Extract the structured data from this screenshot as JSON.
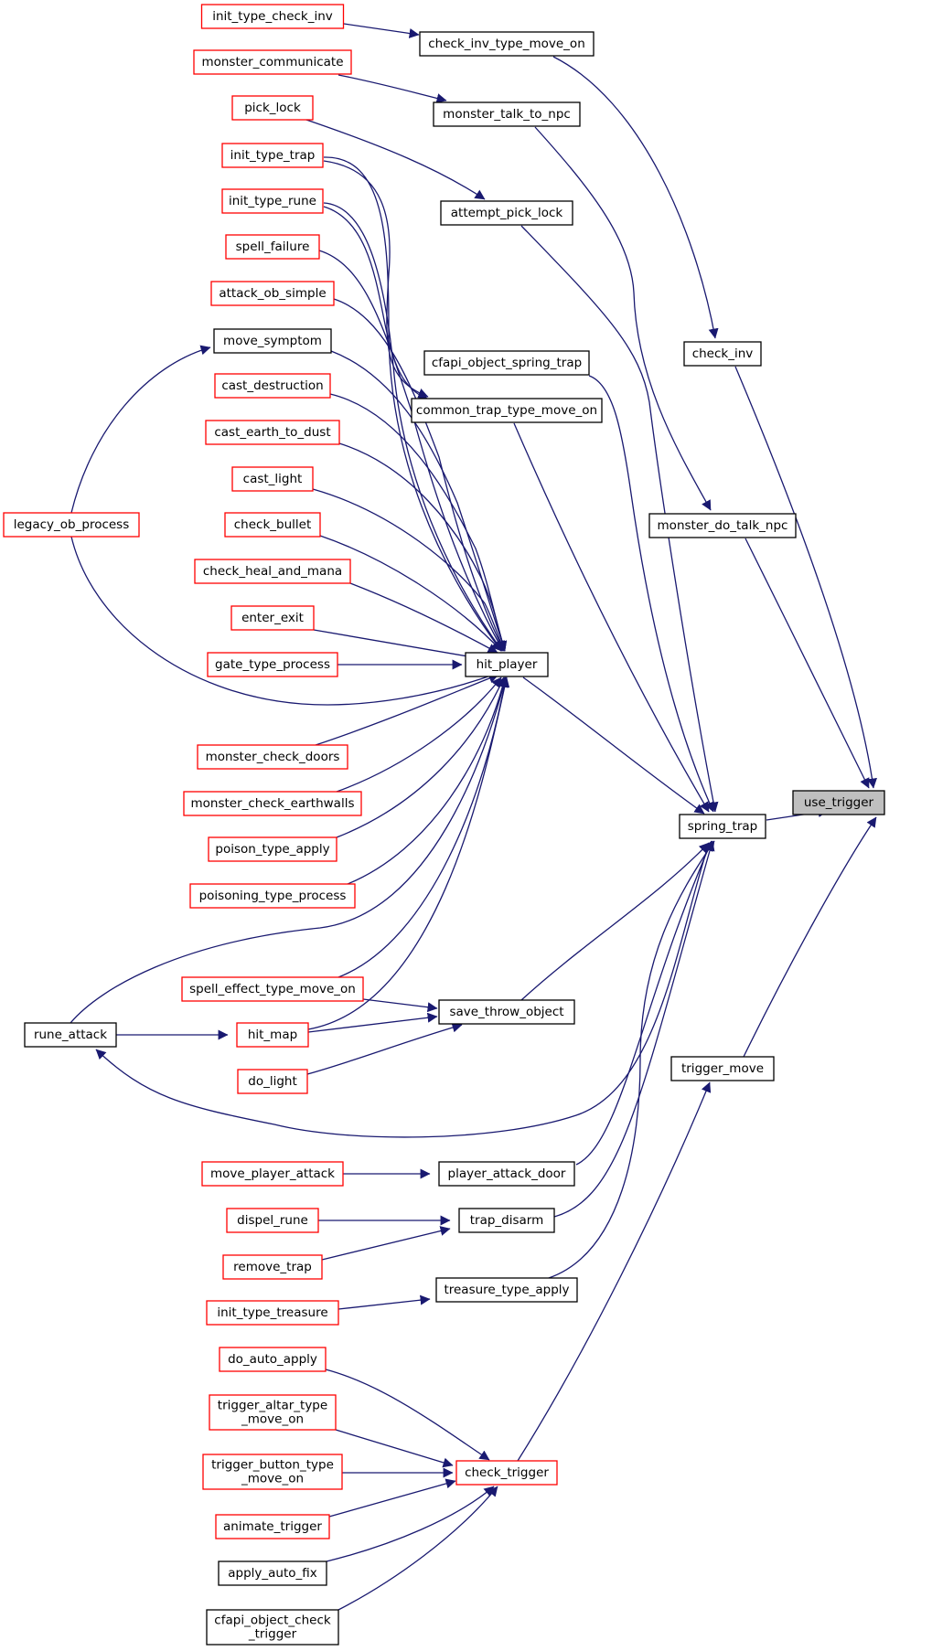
{
  "colors": {
    "edge": "#191970",
    "border_red": "#ff0000",
    "border_black": "#000000",
    "focus_fill": "#bfbfbf",
    "node_fill": "#ffffff"
  },
  "nodes": [
    {
      "id": "use_trigger",
      "lines": [
        "use_trigger"
      ],
      "border": "focus"
    },
    {
      "id": "check_inv_type_move_on",
      "lines": [
        "check_inv_type_move_on"
      ],
      "border": "black"
    },
    {
      "id": "init_type_check_inv",
      "lines": [
        "init_type_check_inv"
      ],
      "border": "red"
    },
    {
      "id": "monster_communicate",
      "lines": [
        "monster_communicate"
      ],
      "border": "red"
    },
    {
      "id": "monster_talk_to_npc",
      "lines": [
        "monster_talk_to_npc"
      ],
      "border": "black"
    },
    {
      "id": "pick_lock",
      "lines": [
        "pick_lock"
      ],
      "border": "red"
    },
    {
      "id": "init_type_trap",
      "lines": [
        "init_type_trap"
      ],
      "border": "red"
    },
    {
      "id": "init_type_rune",
      "lines": [
        "init_type_rune"
      ],
      "border": "red"
    },
    {
      "id": "attempt_pick_lock",
      "lines": [
        "attempt_pick_lock"
      ],
      "border": "black"
    },
    {
      "id": "spell_failure",
      "lines": [
        "spell_failure"
      ],
      "border": "red"
    },
    {
      "id": "attack_ob_simple",
      "lines": [
        "attack_ob_simple"
      ],
      "border": "red"
    },
    {
      "id": "move_symptom",
      "lines": [
        "move_symptom"
      ],
      "border": "black"
    },
    {
      "id": "cfapi_object_spring_trap",
      "lines": [
        "cfapi_object_spring_trap"
      ],
      "border": "black"
    },
    {
      "id": "check_inv",
      "lines": [
        "check_inv"
      ],
      "border": "black"
    },
    {
      "id": "cast_destruction",
      "lines": [
        "cast_destruction"
      ],
      "border": "red"
    },
    {
      "id": "common_trap_type_move_on",
      "lines": [
        "common_trap_type_move_on"
      ],
      "border": "black"
    },
    {
      "id": "cast_earth_to_dust",
      "lines": [
        "cast_earth_to_dust"
      ],
      "border": "red"
    },
    {
      "id": "cast_light",
      "lines": [
        "cast_light"
      ],
      "border": "red"
    },
    {
      "id": "check_bullet",
      "lines": [
        "check_bullet"
      ],
      "border": "red"
    },
    {
      "id": "legacy_ob_process",
      "lines": [
        "legacy_ob_process"
      ],
      "border": "red"
    },
    {
      "id": "monster_do_talk_npc",
      "lines": [
        "monster_do_talk_npc"
      ],
      "border": "black"
    },
    {
      "id": "check_heal_and_mana",
      "lines": [
        "check_heal_and_mana"
      ],
      "border": "red"
    },
    {
      "id": "enter_exit",
      "lines": [
        "enter_exit"
      ],
      "border": "red"
    },
    {
      "id": "gate_type_process",
      "lines": [
        "gate_type_process"
      ],
      "border": "red"
    },
    {
      "id": "hit_player",
      "lines": [
        "hit_player"
      ],
      "border": "black"
    },
    {
      "id": "monster_check_doors",
      "lines": [
        "monster_check_doors"
      ],
      "border": "red"
    },
    {
      "id": "monster_check_earthwalls",
      "lines": [
        "monster_check_earthwalls"
      ],
      "border": "red"
    },
    {
      "id": "spring_trap",
      "lines": [
        "spring_trap"
      ],
      "border": "black"
    },
    {
      "id": "poison_type_apply",
      "lines": [
        "poison_type_apply"
      ],
      "border": "red"
    },
    {
      "id": "poisoning_type_process",
      "lines": [
        "poisoning_type_process"
      ],
      "border": "red"
    },
    {
      "id": "spell_effect_type_move_on",
      "lines": [
        "spell_effect_type_move_on"
      ],
      "border": "red"
    },
    {
      "id": "save_throw_object",
      "lines": [
        "save_throw_object"
      ],
      "border": "black"
    },
    {
      "id": "rune_attack",
      "lines": [
        "rune_attack"
      ],
      "border": "black"
    },
    {
      "id": "hit_map",
      "lines": [
        "hit_map"
      ],
      "border": "red"
    },
    {
      "id": "trigger_move",
      "lines": [
        "trigger_move"
      ],
      "border": "black"
    },
    {
      "id": "do_light",
      "lines": [
        "do_light"
      ],
      "border": "red"
    },
    {
      "id": "move_player_attack",
      "lines": [
        "move_player_attack"
      ],
      "border": "red"
    },
    {
      "id": "player_attack_door",
      "lines": [
        "player_attack_door"
      ],
      "border": "black"
    },
    {
      "id": "dispel_rune",
      "lines": [
        "dispel_rune"
      ],
      "border": "red"
    },
    {
      "id": "trap_disarm",
      "lines": [
        "trap_disarm"
      ],
      "border": "black"
    },
    {
      "id": "remove_trap",
      "lines": [
        "remove_trap"
      ],
      "border": "red"
    },
    {
      "id": "treasure_type_apply",
      "lines": [
        "treasure_type_apply"
      ],
      "border": "black"
    },
    {
      "id": "init_type_treasure",
      "lines": [
        "init_type_treasure"
      ],
      "border": "red"
    },
    {
      "id": "do_auto_apply",
      "lines": [
        "do_auto_apply"
      ],
      "border": "red"
    },
    {
      "id": "trigger_altar_type_move_on",
      "lines": [
        "trigger_altar_type",
        "_move_on"
      ],
      "border": "red"
    },
    {
      "id": "trigger_button_type_move_on",
      "lines": [
        "trigger_button_type",
        "_move_on"
      ],
      "border": "red"
    },
    {
      "id": "check_trigger",
      "lines": [
        "check_trigger"
      ],
      "border": "red"
    },
    {
      "id": "animate_trigger",
      "lines": [
        "animate_trigger"
      ],
      "border": "red"
    },
    {
      "id": "apply_auto_fix",
      "lines": [
        "apply_auto_fix"
      ],
      "border": "black"
    },
    {
      "id": "cfapi_object_check_trigger",
      "lines": [
        "cfapi_object_check",
        "_trigger"
      ],
      "border": "black"
    }
  ],
  "edges": [
    [
      "init_type_check_inv",
      "check_inv_type_move_on"
    ],
    [
      "check_inv_type_move_on",
      "check_inv"
    ],
    [
      "check_inv",
      "use_trigger"
    ],
    [
      "monster_communicate",
      "monster_talk_to_npc"
    ],
    [
      "monster_talk_to_npc",
      "monster_do_talk_npc"
    ],
    [
      "monster_do_talk_npc",
      "use_trigger"
    ],
    [
      "pick_lock",
      "attempt_pick_lock"
    ],
    [
      "attempt_pick_lock",
      "spring_trap"
    ],
    [
      "spring_trap",
      "use_trigger"
    ],
    [
      "init_type_trap",
      "common_trap_type_move_on"
    ],
    [
      "init_type_rune",
      "common_trap_type_move_on"
    ],
    [
      "common_trap_type_move_on",
      "spring_trap"
    ],
    [
      "cfapi_object_spring_trap",
      "spring_trap"
    ],
    [
      "init_type_trap",
      "hit_player"
    ],
    [
      "init_type_rune",
      "hit_player"
    ],
    [
      "spell_failure",
      "hit_player"
    ],
    [
      "attack_ob_simple",
      "hit_player"
    ],
    [
      "move_symptom",
      "hit_player"
    ],
    [
      "cast_destruction",
      "hit_player"
    ],
    [
      "cast_earth_to_dust",
      "hit_player"
    ],
    [
      "cast_light",
      "hit_player"
    ],
    [
      "check_bullet",
      "hit_player"
    ],
    [
      "check_heal_and_mana",
      "hit_player"
    ],
    [
      "enter_exit",
      "hit_player"
    ],
    [
      "gate_type_process",
      "hit_player"
    ],
    [
      "legacy_ob_process",
      "hit_player"
    ],
    [
      "monster_check_doors",
      "hit_player"
    ],
    [
      "monster_check_earthwalls",
      "hit_player"
    ],
    [
      "poison_type_apply",
      "hit_player"
    ],
    [
      "poisoning_type_process",
      "hit_player"
    ],
    [
      "rune_attack",
      "hit_player"
    ],
    [
      "spell_effect_type_move_on",
      "hit_player"
    ],
    [
      "hit_map",
      "hit_player"
    ],
    [
      "hit_player",
      "spring_trap"
    ],
    [
      "legacy_ob_process",
      "move_symptom"
    ],
    [
      "spell_effect_type_move_on",
      "save_throw_object"
    ],
    [
      "hit_map",
      "save_throw_object"
    ],
    [
      "do_light",
      "save_throw_object"
    ],
    [
      "save_throw_object",
      "spring_trap"
    ],
    [
      "rune_attack",
      "hit_map"
    ],
    [
      "spring_trap",
      "rune_attack"
    ],
    [
      "move_player_attack",
      "player_attack_door"
    ],
    [
      "player_attack_door",
      "spring_trap"
    ],
    [
      "dispel_rune",
      "trap_disarm"
    ],
    [
      "remove_trap",
      "trap_disarm"
    ],
    [
      "trap_disarm",
      "spring_trap"
    ],
    [
      "init_type_treasure",
      "treasure_type_apply"
    ],
    [
      "treasure_type_apply",
      "spring_trap"
    ],
    [
      "trigger_move",
      "use_trigger"
    ],
    [
      "check_trigger",
      "trigger_move"
    ],
    [
      "do_auto_apply",
      "check_trigger"
    ],
    [
      "trigger_altar_type_move_on",
      "check_trigger"
    ],
    [
      "trigger_button_type_move_on",
      "check_trigger"
    ],
    [
      "animate_trigger",
      "check_trigger"
    ],
    [
      "apply_auto_fix",
      "check_trigger"
    ],
    [
      "cfapi_object_check_trigger",
      "check_trigger"
    ]
  ]
}
